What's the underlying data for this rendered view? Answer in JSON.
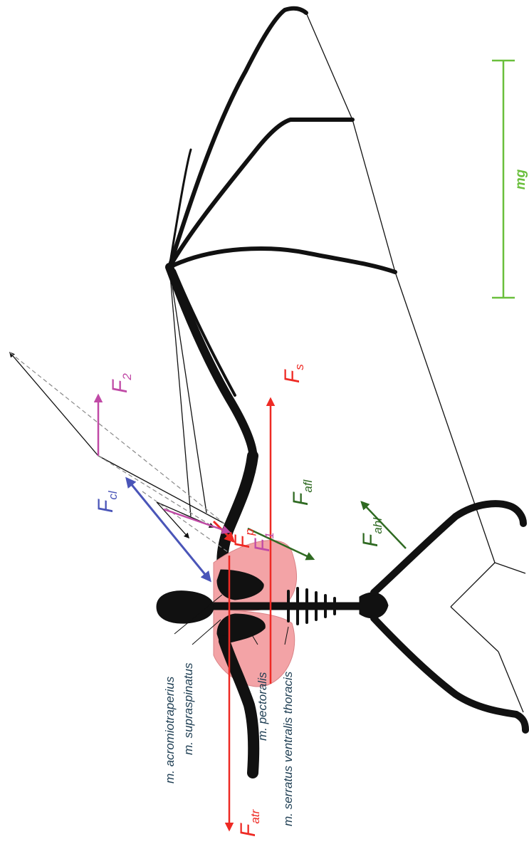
{
  "colors": {
    "bone": "#111111",
    "muscle": "#f3a3a6",
    "red_force": "#ee2a24",
    "magenta_force": "#c04aa6",
    "blue_force": "#4a55b8",
    "green_force": "#2f6a22",
    "scale_green": "#6abf3c",
    "muscle_label": "#1d3d52"
  },
  "scale": {
    "label": "mg"
  },
  "forces": {
    "F_s": {
      "main": "F",
      "sub": "s"
    },
    "F_2": {
      "main": "F",
      "sub": "2"
    },
    "F_cl": {
      "main": "F",
      "sub": "cl"
    },
    "F_afl": {
      "main": "F",
      "sub": "afl"
    },
    "F_1": {
      "main": "F",
      "sub": "1"
    },
    "F_p": {
      "main": "F",
      "sub": "p"
    },
    "F_ahl": {
      "main": "F",
      "sub": "ahl"
    },
    "F_atr": {
      "main": "F",
      "sub": "atr"
    }
  },
  "muscles": {
    "acromiotraperius": "m. acromiotraperius",
    "supraspinatus": "m. supraspinatus",
    "pectoralis": "m. pectoralis",
    "serratus": "m. serratus ventralis thoracis"
  }
}
